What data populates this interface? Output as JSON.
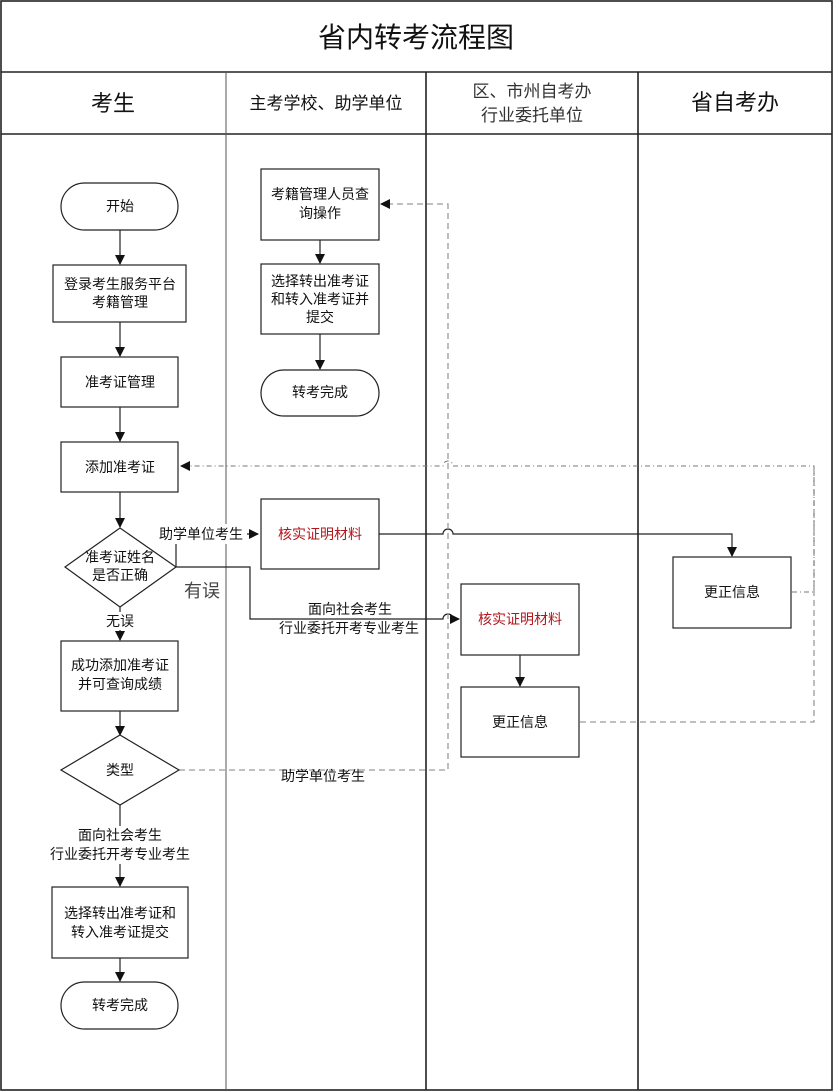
{
  "title": "省内转考流程图",
  "lanes": [
    {
      "id": "candidate",
      "label_lines": [
        "考生"
      ]
    },
    {
      "id": "school",
      "label_lines": [
        "主考学校、助学单位"
      ]
    },
    {
      "id": "district",
      "label_lines": [
        "区、市州自考办",
        "行业委托单位"
      ]
    },
    {
      "id": "province",
      "label_lines": [
        "省自考办"
      ]
    }
  ],
  "nodes": {
    "start": {
      "type": "terminal",
      "lines": [
        "开始"
      ]
    },
    "login": {
      "type": "process",
      "lines": [
        "登录考生服务平台",
        "考籍管理"
      ]
    },
    "ticket_mgmt": {
      "type": "process",
      "lines": [
        "准考证管理"
      ]
    },
    "add_ticket": {
      "type": "process",
      "lines": [
        "添加准考证"
      ]
    },
    "name_check": {
      "type": "decision",
      "lines": [
        "准考证姓名",
        "是否正确"
      ]
    },
    "add_success": {
      "type": "process",
      "lines": [
        "成功添加准考证",
        "并可查询成绩"
      ]
    },
    "type_check": {
      "type": "decision",
      "lines": [
        "类型"
      ]
    },
    "select_submit_candidate": {
      "type": "process",
      "lines": [
        "选择转出准考证和",
        "转入准考证提交"
      ]
    },
    "done_candidate": {
      "type": "terminal",
      "lines": [
        "转考完成"
      ]
    },
    "registry_query": {
      "type": "process",
      "lines": [
        "考籍管理人员查",
        "询操作"
      ]
    },
    "select_submit_school": {
      "type": "process",
      "lines": [
        "选择转出准考证",
        "和转入准考证并",
        "提交"
      ]
    },
    "done_school": {
      "type": "terminal",
      "lines": [
        "转考完成"
      ]
    },
    "verify_school": {
      "type": "process",
      "highlight": true,
      "lines": [
        "核实证明材料"
      ]
    },
    "verify_district": {
      "type": "process",
      "highlight": true,
      "lines": [
        "核实证明材料"
      ]
    },
    "correct_district": {
      "type": "process",
      "lines": [
        "更正信息"
      ]
    },
    "correct_province": {
      "type": "process",
      "lines": [
        "更正信息"
      ]
    }
  },
  "edge_labels": {
    "no_error": "无误",
    "has_error": "有误",
    "assisted_unit_1": "助学单位考生",
    "social_line1": "面向社会考生",
    "social_line2": "行业委托开考专业考生",
    "assisted_unit_2": "助学单位考生",
    "type_social_line1": "面向社会考生",
    "type_social_line2": "行业委托开考专业考生"
  },
  "colors": {
    "highlight_text": "#b3161b",
    "line": "#222222",
    "dashed_line": "#9a9a9a"
  }
}
